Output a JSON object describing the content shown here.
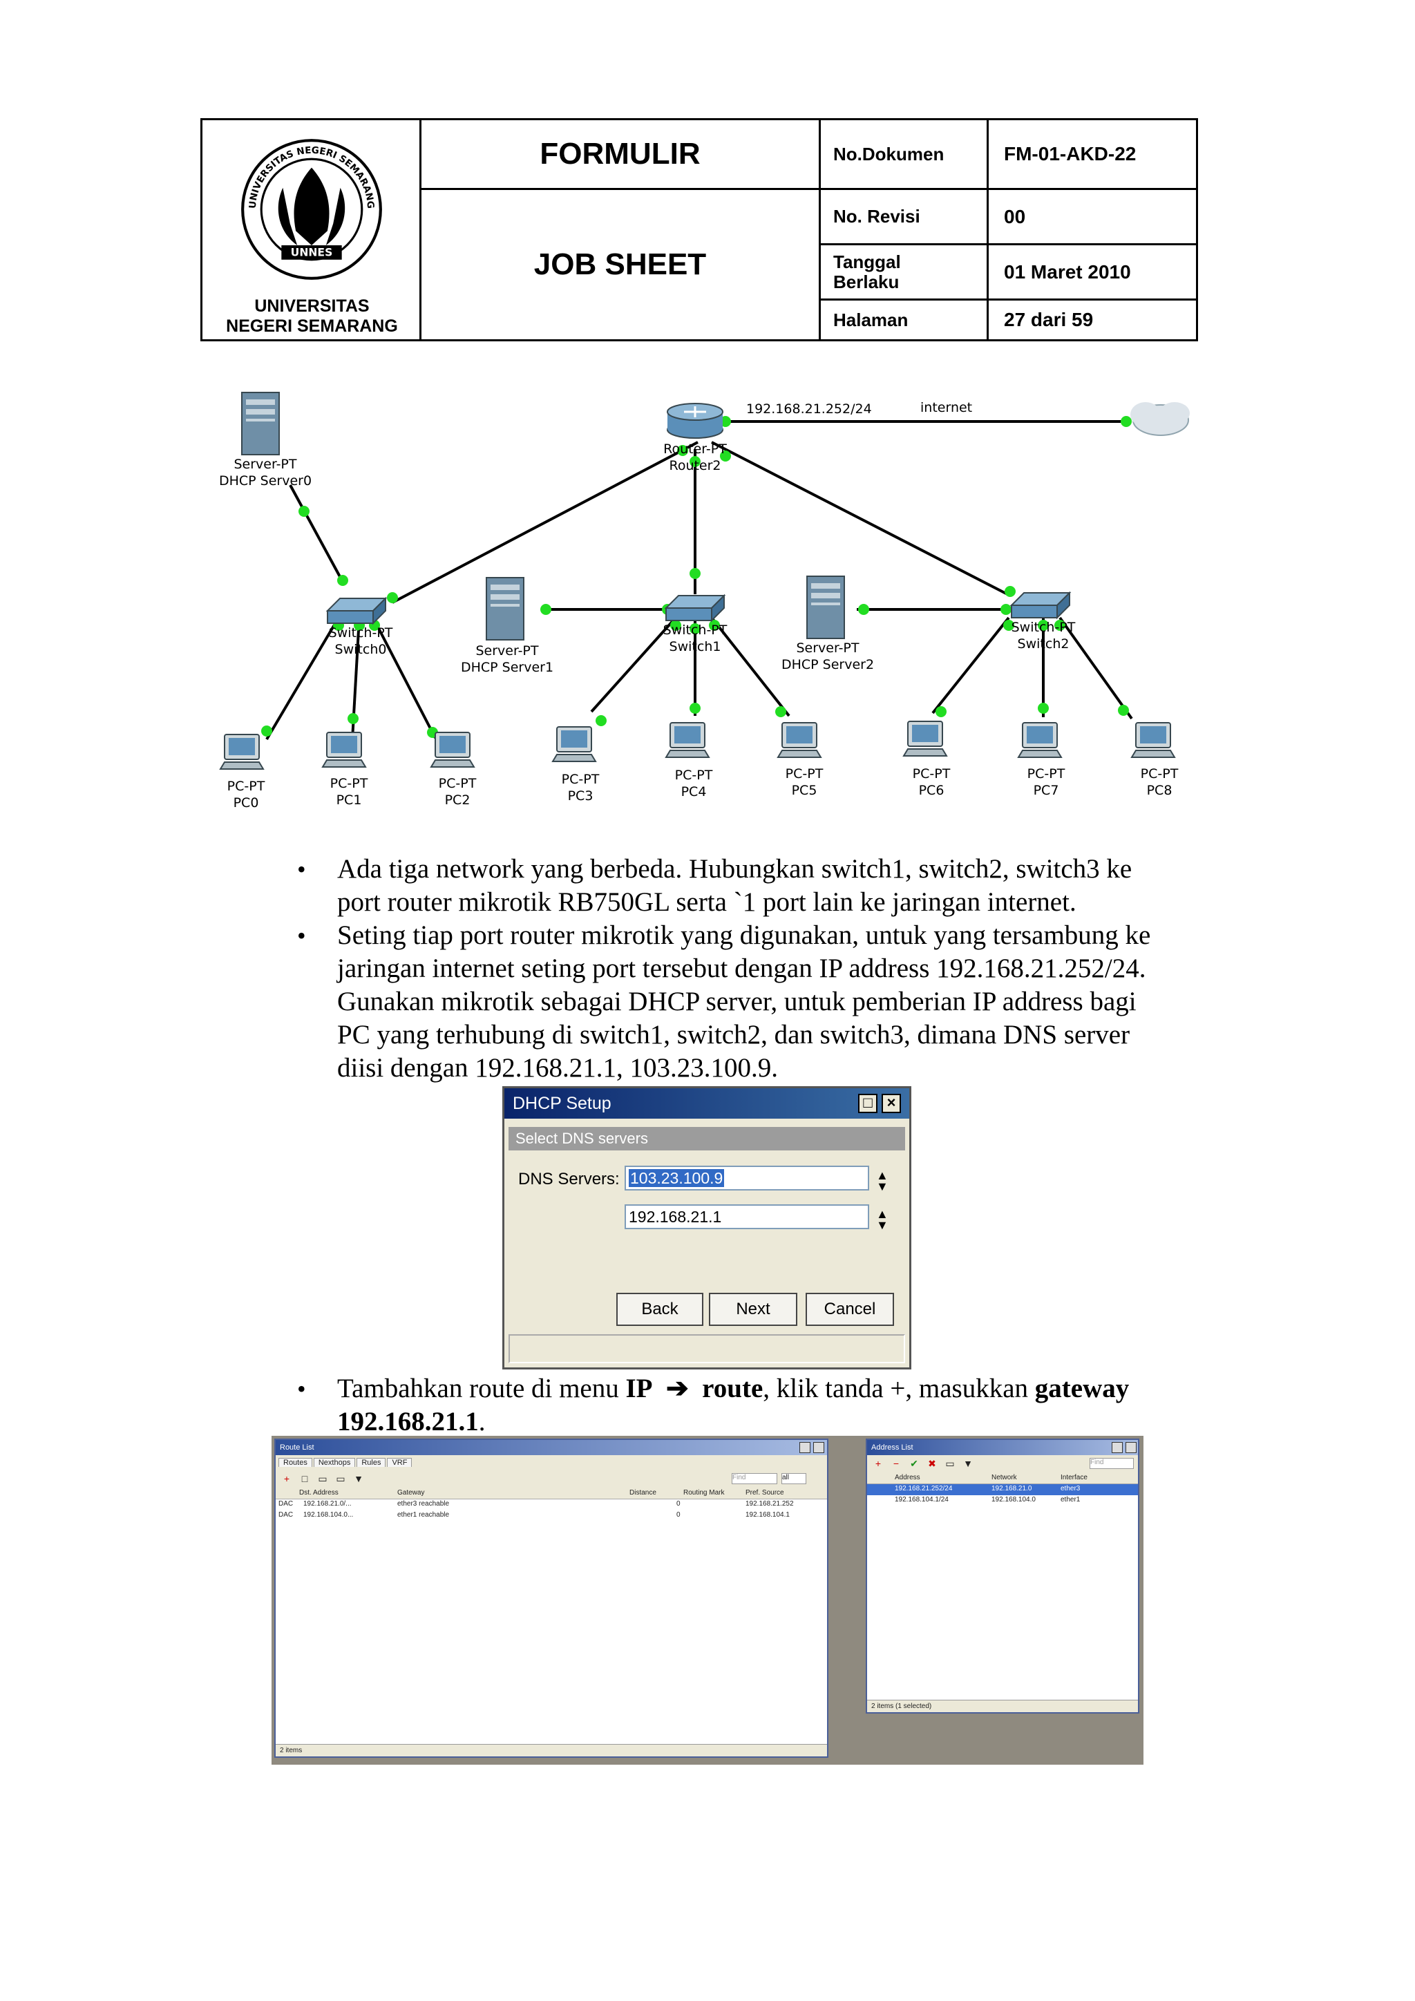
{
  "header": {
    "title": "FORMULIR",
    "subtitle": "JOB SHEET",
    "university_line1": "UNIVERSITAS",
    "university_line2": "NEGERI  SEMARANG",
    "seal_text_top": "UNIVERSITAS NEGERI SEMARANG",
    "seal_text_bottom": "UNNES",
    "fields": [
      {
        "key": "No.Dokumen",
        "value": "FM-01-AKD-22"
      },
      {
        "key": "No. Revisi",
        "value": "00"
      },
      {
        "key": "Tanggal Berlaku",
        "value": "01 Maret 2010"
      },
      {
        "key": "Halaman",
        "value": "27 dari 59"
      }
    ]
  },
  "topology": {
    "router": {
      "type": "Router-PT",
      "name": "Router2"
    },
    "wan_ip": "192.168.21.252/24",
    "internet_label": "internet",
    "servers": [
      {
        "type": "Server-PT",
        "name": "DHCP Server0"
      },
      {
        "type": "Server-PT",
        "name": "DHCP Server1"
      },
      {
        "type": "Server-PT",
        "name": "DHCP Server2"
      }
    ],
    "switches": [
      {
        "type": "Switch-PT",
        "name": "Switch0"
      },
      {
        "type": "Switch-PT",
        "name": "Switch1"
      },
      {
        "type": "Switch-PT",
        "name": "Switch2"
      }
    ],
    "pcs": [
      {
        "type": "PC-PT",
        "name": "PC0"
      },
      {
        "type": "PC-PT",
        "name": "PC1"
      },
      {
        "type": "PC-PT",
        "name": "PC2"
      },
      {
        "type": "PC-PT",
        "name": "PC3"
      },
      {
        "type": "PC-PT",
        "name": "PC4"
      },
      {
        "type": "PC-PT",
        "name": "PC5"
      },
      {
        "type": "PC-PT",
        "name": "PC6"
      },
      {
        "type": "PC-PT",
        "name": "PC7"
      },
      {
        "type": "PC-PT",
        "name": "PC8"
      }
    ]
  },
  "bullets": {
    "b1_l1": "Ada  tiga  network  yang  berbeda.  Hubungkan  switch1,  switch2,  switch3  ke",
    "b1_l2": "port router mikrotik  RB750GL  serta `1 port lain  ke jaringan  internet.",
    "b2_l1": "Seting  tiap  port  router  mikrotik  yang  digunakan,  untuk  yang  tersambung  ke",
    "b2_l2": "jaringan  internet  seting  port  tersebut  dengan  IP  address  192.168.21.252/24.",
    "b2_l3": "Gunakan  mikrotik  sebagai  DHCP  server,  untuk  pemberian  IP  address  bagi",
    "b2_l4": "PC  yang  terhubung  di  switch1,  switch2,  dan  switch3,  dimana  DNS  server",
    "b2_l5": "diisi  dengan  192.168.21.1, 103.23.100.9.",
    "b3_pre": "Tambahkan  route  di  menu ",
    "b3_ip": "IP",
    "b3_arrow": "➔",
    "b3_route": "route",
    "b3_mid": ",  klik  tanda  +,  masukkan ",
    "b3_gateway": "gateway",
    "b3_gw_ip": "192.168.21.1",
    "b3_end": "."
  },
  "dhcp_dialog": {
    "title": "DHCP Setup",
    "section": "Select DNS servers",
    "label": "DNS Servers:",
    "dns1": "103.23.100.9",
    "dns2": "192.168.21.1",
    "back": "Back",
    "next": "Next",
    "cancel": "Cancel"
  },
  "route_list": {
    "title": "Route List",
    "tabs": [
      "Routes",
      "Nexthops",
      "Rules",
      "VRF"
    ],
    "find_placeholder": "Find",
    "filter": "all",
    "columns": [
      "Dst. Address",
      "Gateway",
      "Distance",
      "Routing Mark",
      "Pref. Source"
    ],
    "rows": [
      [
        "DAC",
        "192.168.21.0/...",
        "ether3 reachable",
        "0",
        "",
        "192.168.21.252"
      ],
      [
        "DAC",
        "192.168.104.0...",
        "ether1 reachable",
        "0",
        "",
        "192.168.104.1"
      ]
    ],
    "status": "2 items"
  },
  "address_list": {
    "title": "Address List",
    "find_placeholder": "Find",
    "columns": [
      "Address",
      "Network",
      "Interface"
    ],
    "rows": [
      [
        "192.168.21.252/24",
        "192.168.21.0",
        "ether3"
      ],
      [
        "192.168.104.1/24",
        "192.168.104.0",
        "ether1"
      ]
    ],
    "status": "2 items (1 selected)"
  }
}
